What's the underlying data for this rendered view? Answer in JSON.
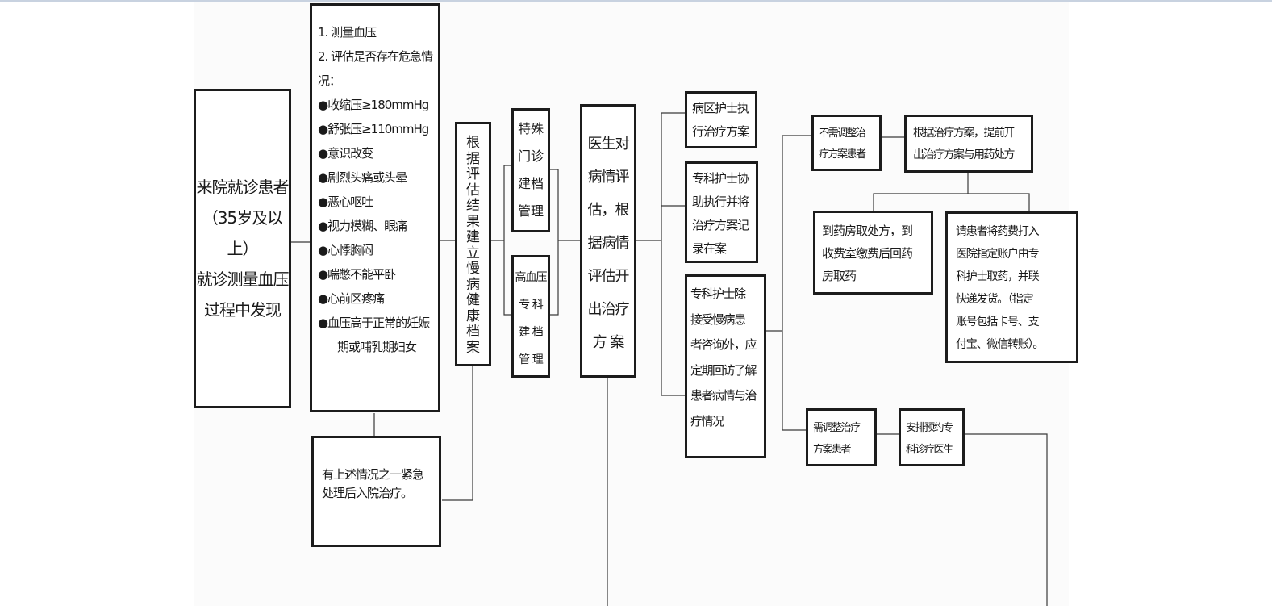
{
  "nodes": {
    "patient": {
      "text": "来院就诊患者\n（35岁及以上）\n就诊测量血压\n过程中发现"
    },
    "criteria": {
      "items": [
        "1. 测量血压",
        "2. 评估是否存在危急情况：",
        "●收缩压≥180mmHg",
        "●舒张压≥110mmHg",
        "●意识改变",
        "●剧烈头痛或头晕",
        "●恶心呕吐",
        "●视力模糊、眼痛",
        "●心悸胸闷",
        "●喘憋不能平卧",
        "●心前区疼痛",
        "●血压高于正常的妊娠",
        "期或哺乳期妇女"
      ]
    },
    "emergency": {
      "text": "有上述情况之一紧急处理后入院治疗。"
    },
    "archive": {
      "text": "根\n据\n评\n估\n结\n果\n建\n立\n慢\n病\n健\n康\n档\n案"
    },
    "special_clinic": {
      "text": "特殊\n门诊\n建档\n管理"
    },
    "hypertension": {
      "text": "高血压\n专 科\n建 档\n管 理"
    },
    "doctor": {
      "text": "医生对\n病情评\n估，根\n据病情\n评估开\n出治疗\n方 案"
    },
    "ward_nurse": {
      "text": "病区护士执\n行治疗方案"
    },
    "specialist_assist": {
      "text": "专科护士协\n助执行并将\n治疗方案记\n录在案"
    },
    "specialist_followup": {
      "text": "专科护士除\n接受慢病患\n者咨询外，应\n定期回访了解\n患者病情与治\n疗情况"
    },
    "no_adjust": {
      "text": "不需调整治\n疗方案患者"
    },
    "prescribe": {
      "text": "根据治疗方案，提前开\n出治疗方案与用药处方"
    },
    "pharmacy": {
      "text": "到药房取处方，到\n收费室缴费后回药\n房取药"
    },
    "remote_pay": {
      "text": "请患者将药费打入\n医院指定账户由专\n科护士取药，并联\n快递发货。（指定\n账号包括卡号、支\n付宝、微信转账）。"
    },
    "need_adjust": {
      "text": "需调整治疗\n方案患者"
    },
    "appointment": {
      "text": "安排预约专\n科诊疗医生"
    }
  },
  "colors": {
    "border": "#1c1c1c",
    "line": "#3a3a3a",
    "paper": "#fbfbfb"
  }
}
